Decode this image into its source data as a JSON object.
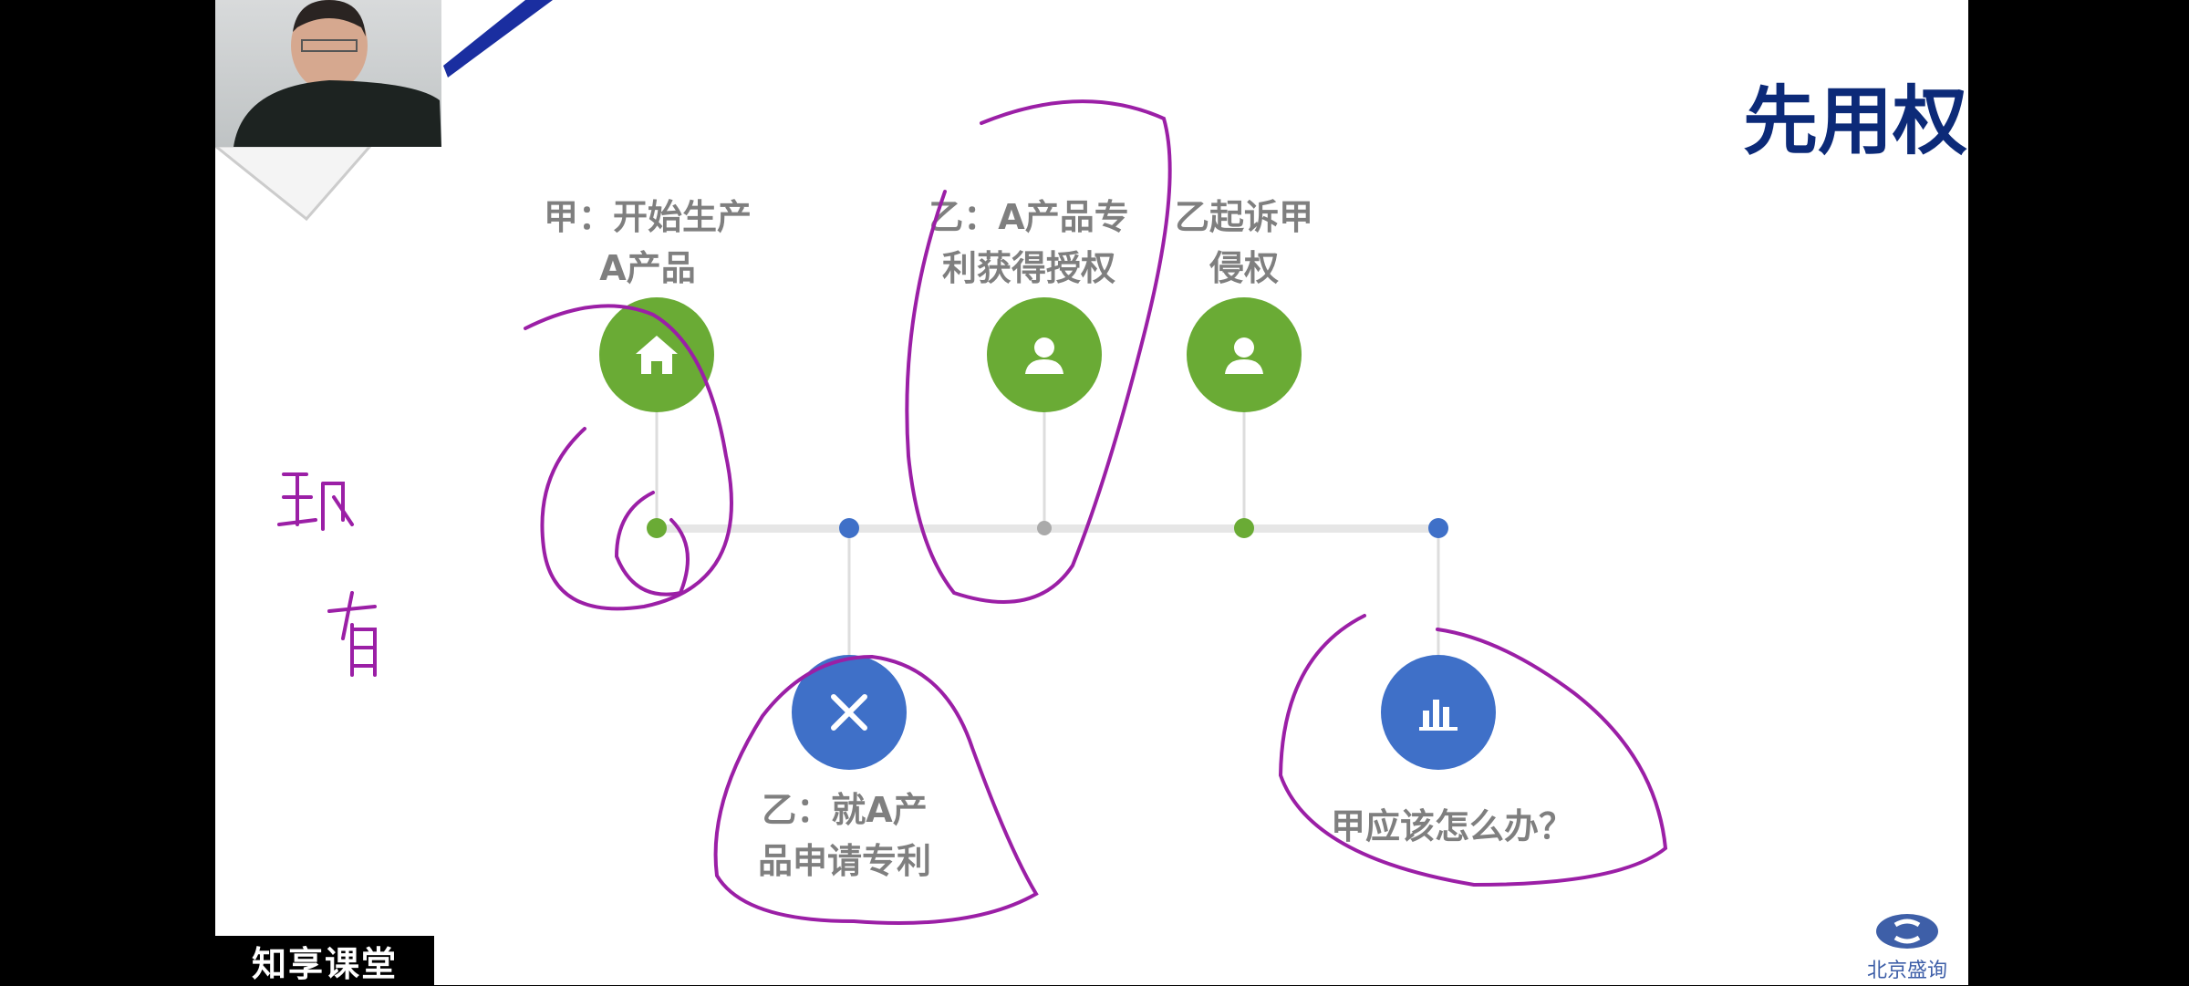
{
  "slide": {
    "title": "先用权抗辩",
    "events": [
      {
        "line1": "甲：开始生产",
        "line2": "A产品",
        "icon": "home-icon",
        "color": "#6aab35"
      },
      {
        "line1": "乙：就A产",
        "line2": "品申请专利",
        "icon": "tools-icon",
        "color": "#3f70c8"
      },
      {
        "line1": "乙：A产品专",
        "line2": "利获得授权",
        "icon": "user-icon",
        "color": "#6aab35"
      },
      {
        "line1": "乙起诉甲",
        "line2": "侵权",
        "icon": "user-icon",
        "color": "#6aab35"
      },
      {
        "line1": "甲应该怎么办？",
        "icon": "bar-chart-icon",
        "color": "#3f70c8"
      }
    ],
    "brand_logo": "北京盛询",
    "watermark": "知享课堂"
  },
  "colors": {
    "title": "#0c2a78",
    "green": "#6aab35",
    "blue": "#3f70c8",
    "ink": "#9b1fa6"
  }
}
